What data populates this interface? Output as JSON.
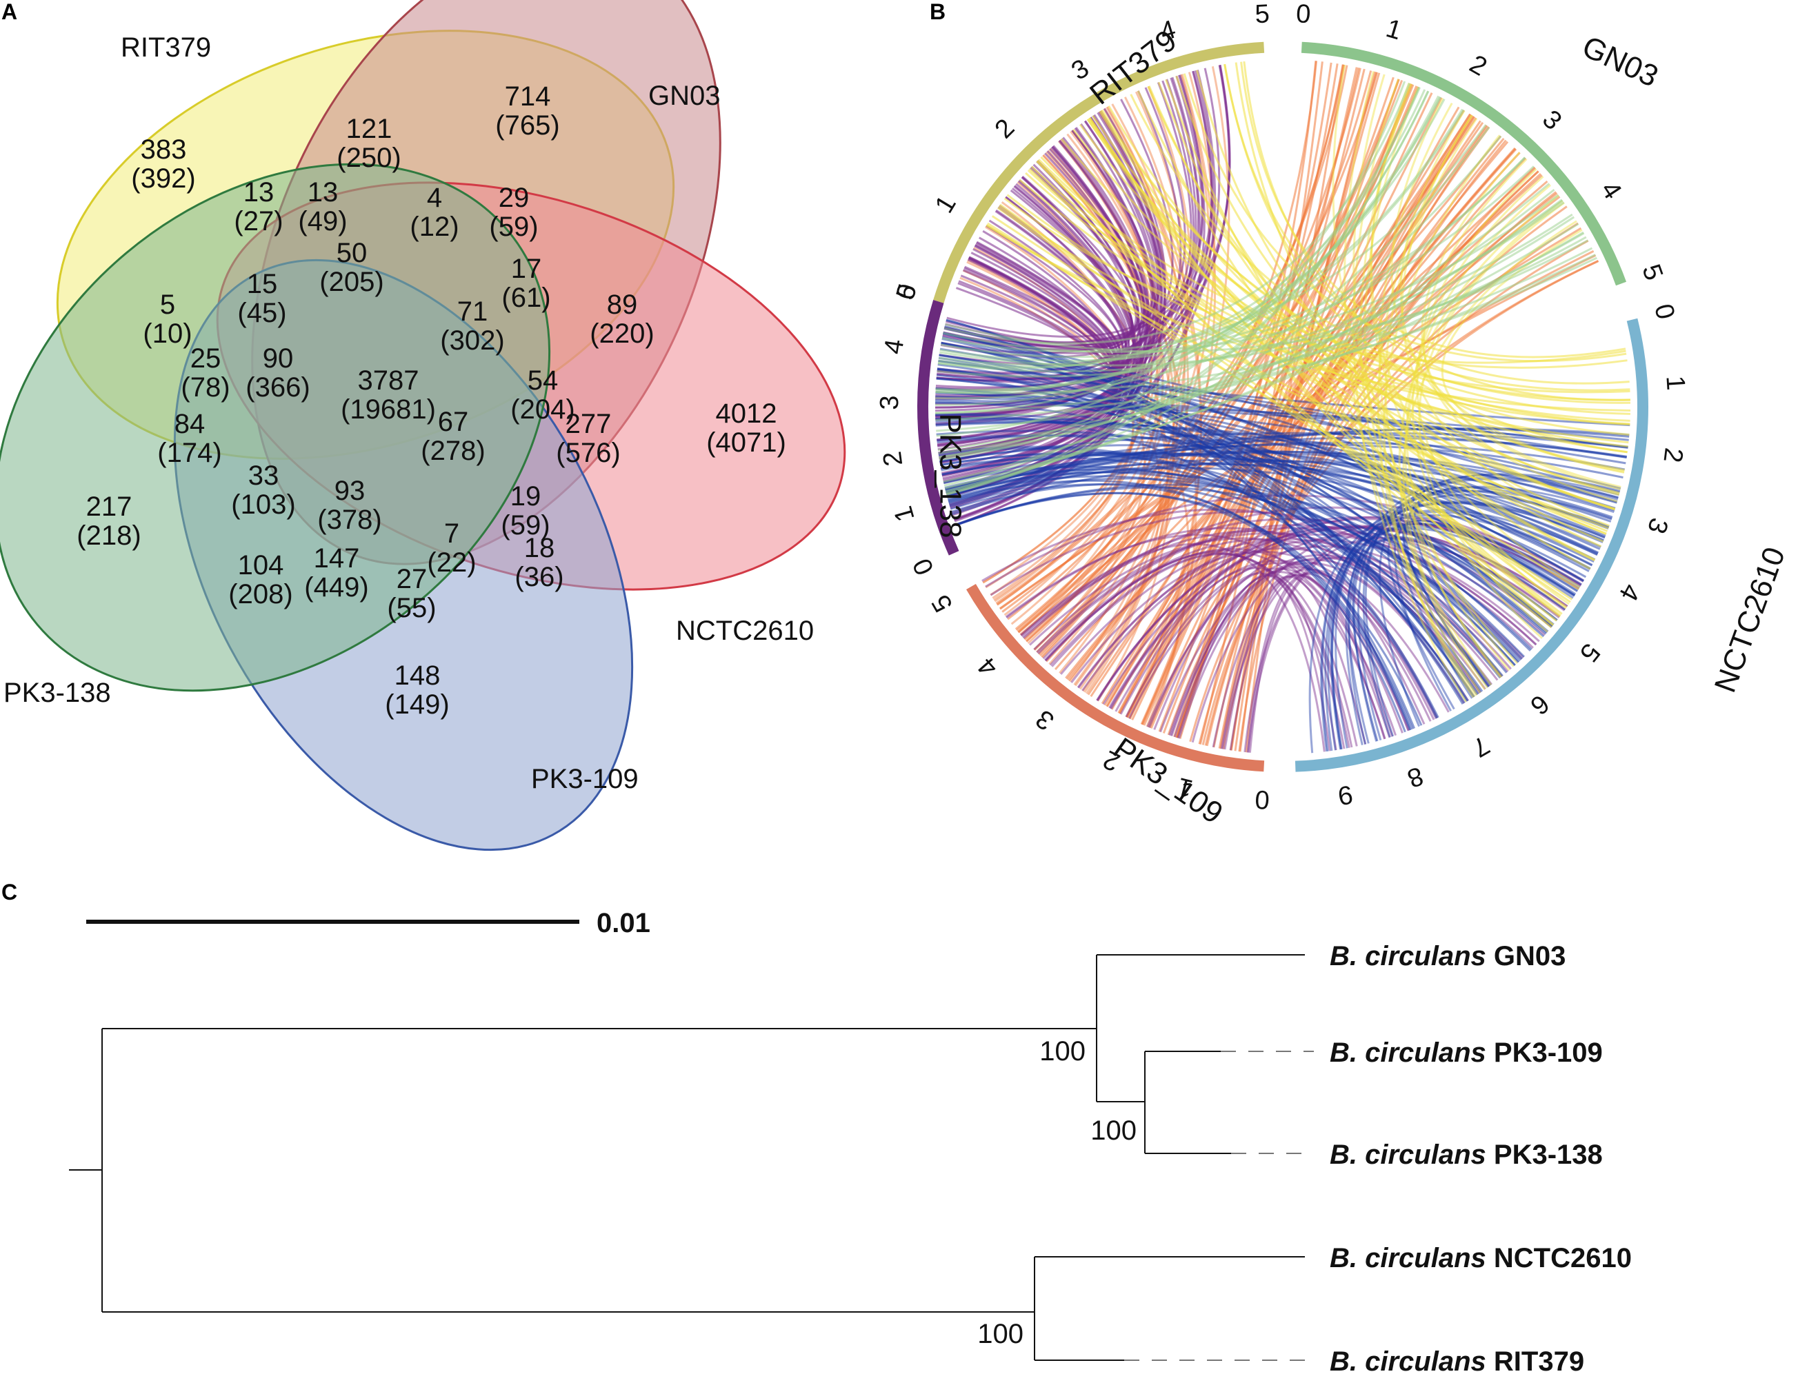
{
  "panels": {
    "a": "A",
    "b": "B",
    "c": "C"
  },
  "venn": {
    "sets": [
      {
        "name": "RIT379",
        "color": "#f2ec7a",
        "stroke": "#d8cc2a"
      },
      {
        "name": "GN03",
        "color": "#c98a8e",
        "stroke": "#a8454c"
      },
      {
        "name": "NCTC2610",
        "color": "#f08d96",
        "stroke": "#d23a46"
      },
      {
        "name": "PK3-109",
        "color": "#8fa4d0",
        "stroke": "#3a5aa8"
      },
      {
        "name": "PK3-138",
        "color": "#7fb68e",
        "stroke": "#2f7a3f"
      }
    ],
    "regions": [
      {
        "count": "383",
        "total": "(392)"
      },
      {
        "count": "714",
        "total": "(765)"
      },
      {
        "count": "4012",
        "total": "(4071)"
      },
      {
        "count": "148",
        "total": "(149)"
      },
      {
        "count": "217",
        "total": "(218)"
      },
      {
        "count": "121",
        "total": "(250)"
      },
      {
        "count": "13",
        "total": "(27)"
      },
      {
        "count": "13",
        "total": "(49)"
      },
      {
        "count": "4",
        "total": "(12)"
      },
      {
        "count": "29",
        "total": "(59)"
      },
      {
        "count": "50",
        "total": "(205)"
      },
      {
        "count": "15",
        "total": "(45)"
      },
      {
        "count": "5",
        "total": "(10)"
      },
      {
        "count": "17",
        "total": "(61)"
      },
      {
        "count": "89",
        "total": "(220)"
      },
      {
        "count": "71",
        "total": "(302)"
      },
      {
        "count": "25",
        "total": "(78)"
      },
      {
        "count": "90",
        "total": "(366)"
      },
      {
        "count": "3787",
        "total": "(19681)"
      },
      {
        "count": "54",
        "total": "(204)"
      },
      {
        "count": "84",
        "total": "(174)"
      },
      {
        "count": "277",
        "total": "(576)"
      },
      {
        "count": "67",
        "total": "(278)"
      },
      {
        "count": "33",
        "total": "(103)"
      },
      {
        "count": "93",
        "total": "(378)"
      },
      {
        "count": "19",
        "total": "(59)"
      },
      {
        "count": "7",
        "total": "(22)"
      },
      {
        "count": "18",
        "total": "(36)"
      },
      {
        "count": "104",
        "total": "(208)"
      },
      {
        "count": "147",
        "total": "(449)"
      },
      {
        "count": "27",
        "total": "(55)"
      }
    ]
  },
  "circos": {
    "segments": [
      {
        "name": "RIT379",
        "color": "#c9c46a",
        "ticks": [
          "0",
          "1",
          "2",
          "3",
          "4",
          "5"
        ]
      },
      {
        "name": "GN03",
        "color": "#8cc48c",
        "ticks": [
          "0",
          "1",
          "2",
          "3",
          "4",
          "5"
        ]
      },
      {
        "name": "NCTC2610",
        "color": "#7ab4d0",
        "ticks": [
          "0",
          "1",
          "2",
          "3",
          "4",
          "5",
          "6",
          "7",
          "8",
          "9"
        ]
      },
      {
        "name": "PK3_109",
        "color": "#de7a5e",
        "ticks": [
          "0",
          "1",
          "2",
          "3",
          "4",
          "5"
        ]
      },
      {
        "name": "PK3_138",
        "color": "#6a2a7c",
        "ticks": [
          "0",
          "1",
          "2",
          "3",
          "4",
          "5"
        ]
      }
    ],
    "link_colors": [
      "#f07a3c",
      "#7a2a8c",
      "#1a3aa8",
      "#f0e040",
      "#9ad08c"
    ]
  },
  "tree": {
    "scale_label": "0.01",
    "leaves": [
      {
        "italic": "B. circulans",
        "strain": "GN03"
      },
      {
        "italic": "B. circulans",
        "strain": "PK3-109"
      },
      {
        "italic": "B. circulans",
        "strain": "PK3-138"
      },
      {
        "italic": "B. circulans",
        "strain": "NCTC2610"
      },
      {
        "italic": "B. circulans",
        "strain": "RIT379"
      }
    ],
    "bootstraps": [
      "100",
      "100",
      "100"
    ]
  }
}
